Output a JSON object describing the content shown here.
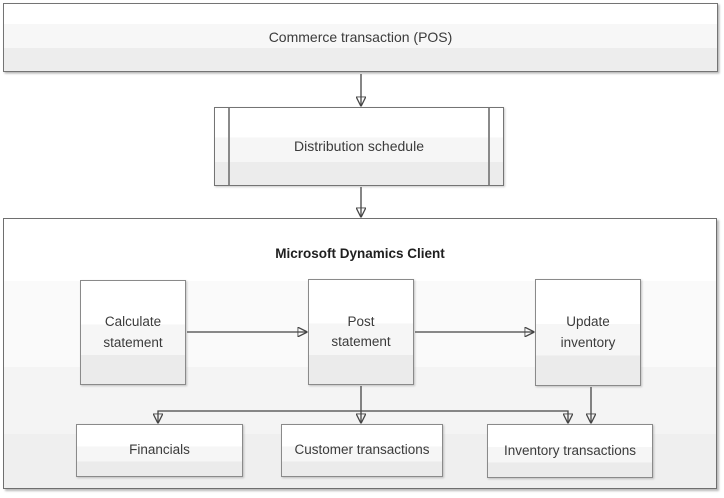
{
  "diagram": {
    "type": "flowchart",
    "nodes": {
      "commerce_transaction": {
        "label": "Commerce transaction (POS)",
        "shape": "process"
      },
      "distribution_schedule": {
        "label": "Distribution schedule",
        "shape": "predefined-process"
      },
      "calculate_statement": {
        "label": "Calculate statement",
        "shape": "process"
      },
      "post_statement": {
        "label": "Post statement",
        "shape": "process"
      },
      "update_inventory": {
        "label": "Update inventory",
        "shape": "process"
      },
      "financials": {
        "label": "Financials",
        "shape": "process"
      },
      "customer_transactions": {
        "label": "Customer transactions",
        "shape": "process"
      },
      "inventory_transactions": {
        "label": "Inventory transactions",
        "shape": "process"
      }
    },
    "group": {
      "title": "Microsoft Dynamics Client",
      "members": [
        "calculate_statement",
        "post_statement",
        "update_inventory",
        "financials",
        "customer_transactions",
        "inventory_transactions"
      ]
    },
    "connections": [
      {
        "from": "commerce_transaction",
        "to": "distribution_schedule"
      },
      {
        "from": "distribution_schedule",
        "to": "microsoft_dynamics_client"
      },
      {
        "from": "calculate_statement",
        "to": "post_statement"
      },
      {
        "from": "post_statement",
        "to": "update_inventory"
      },
      {
        "from": "post_statement",
        "to": "financials"
      },
      {
        "from": "post_statement",
        "to": "customer_transactions"
      },
      {
        "from": "post_statement",
        "to": "inventory_transactions"
      },
      {
        "from": "update_inventory",
        "to": "inventory_transactions"
      }
    ],
    "colors": {
      "box_border": "#8a8a8a",
      "outer_border": "#6f6f6f",
      "connector": "#454545",
      "arrowhead": "#3d3d3d",
      "text": "#3b3b3b",
      "title_text": "#1f1f1f",
      "fill_top": "#ffffff",
      "fill_bottom": "#ebebeb"
    }
  }
}
